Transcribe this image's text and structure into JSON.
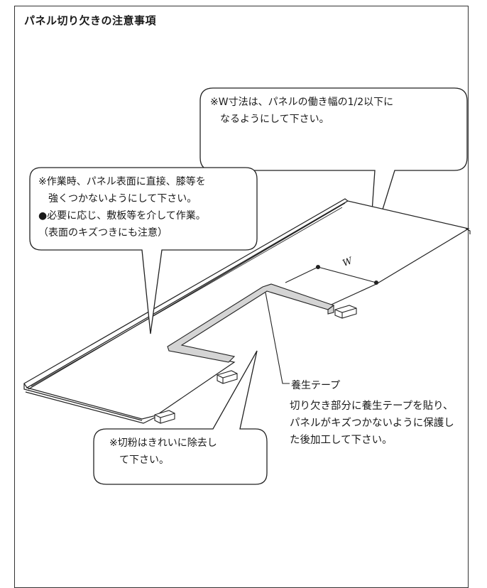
{
  "title": "パネル切り欠きの注意事項",
  "callouts": {
    "w_dimension": "※W寸法は、パネルの働き幅の1/2以下に\n　なるようにして下さい。",
    "surface": "※作業時、パネル表面に直接、膝等を\n　強くつかないようにして下さい。\n●必要に応じ、敷板等を介して作業。\n（表面のキズつきにも注意）",
    "cuttings": "※切粉はきれいに除去し\n　て下さい。"
  },
  "tape": {
    "label": "養生テープ",
    "description": "切り欠き部分に養生テープを貼り、パネルがキズつかないように保護した後加工して下さい。"
  },
  "dimension_label": "W",
  "colors": {
    "line": "#222222",
    "tape_fill": "#d4d4d4",
    "frame": "#333333"
  }
}
